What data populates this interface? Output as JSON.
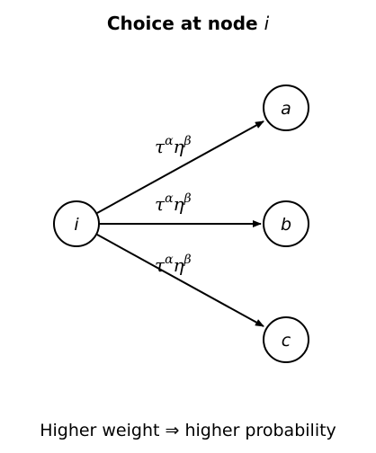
{
  "title": {
    "prefix": "Choice at node ",
    "node_var": "i"
  },
  "caption": "Higher weight ⇒ higher probability",
  "diagram": {
    "nodes": [
      {
        "id": "i",
        "label": "i"
      },
      {
        "id": "a",
        "label": "a"
      },
      {
        "id": "b",
        "label": "b"
      },
      {
        "id": "c",
        "label": "c"
      }
    ],
    "edges": [
      {
        "from": "i",
        "to": "a",
        "label_base1": "τ",
        "label_sup1": "α",
        "label_base2": "η",
        "label_sup2": "β"
      },
      {
        "from": "i",
        "to": "b",
        "label_base1": "τ",
        "label_sup1": "α",
        "label_base2": "η",
        "label_sup2": "β"
      },
      {
        "from": "i",
        "to": "c",
        "label_base1": "τ",
        "label_sup1": "α",
        "label_base2": "η",
        "label_sup2": "β"
      }
    ]
  }
}
